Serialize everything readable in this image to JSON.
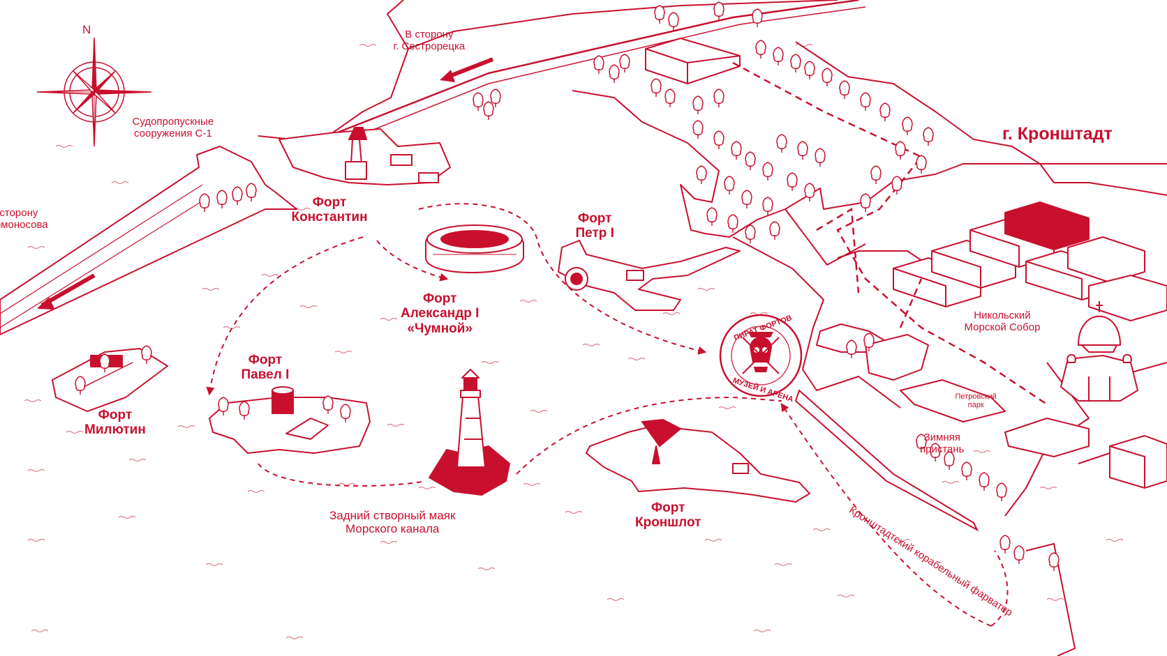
{
  "map": {
    "accent": "#c8102e",
    "background": "#ffffff",
    "compass": {
      "north": "N"
    },
    "labels": {
      "sestroretsk": [
        "В сторону",
        "г. Сестрорецка"
      ],
      "lomonosov": [
        "В сторону",
        "г. Ломоносова"
      ],
      "dam": [
        "Судопропускные",
        "сооружения С-1"
      ],
      "kronstadt": "г. Кронштадт",
      "konstantin": [
        "Форт",
        "Константин"
      ],
      "petr": [
        "Форт",
        "Петр I"
      ],
      "alexander": [
        "Форт",
        "Александр I",
        "«Чумной»"
      ],
      "pavel": [
        "Форт",
        "Павел I"
      ],
      "milyutin": [
        "Форт",
        "Милютин"
      ],
      "kronshlot": [
        "Форт",
        "Кроншлот"
      ],
      "lighthouse": [
        "Задний створный маяк",
        "Морского канала"
      ],
      "cathedral": [
        "Никольский",
        "Морской Собор"
      ],
      "petrovsky": [
        "Петровский",
        "парк"
      ],
      "pier": [
        "Зимняя",
        "пристань"
      ],
      "fairway": "Кронштадтский корабельный фарватер"
    },
    "logo": {
      "top": "ПИРАТ ФОРТОВ",
      "bottom": "МУЗЕЙ И АРЕНА"
    }
  }
}
